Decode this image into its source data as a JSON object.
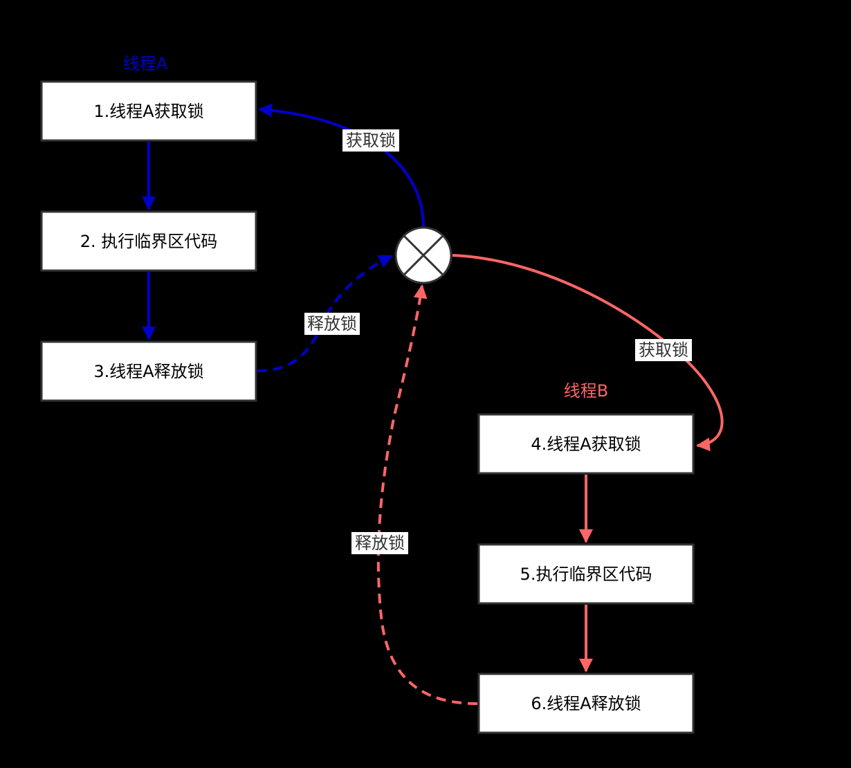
{
  "colors": {
    "thread_a": "#0000cc",
    "thread_b": "#ff6666",
    "box_border": "#333333",
    "background": "#000000"
  },
  "thread_a": {
    "title": "线程A",
    "steps": [
      "1.线程A获取锁",
      "2. 执行临界区代码",
      "3.线程A释放锁"
    ],
    "acquire_label": "获取锁",
    "release_label": "释放锁"
  },
  "thread_b": {
    "title": "线程B",
    "steps": [
      "4.线程A获取锁",
      "5.执行临界区代码",
      "6.线程A释放锁"
    ],
    "acquire_label": "获取锁",
    "release_label": "释放锁"
  },
  "lock": {
    "icon": "lock-circle-x-icon"
  }
}
